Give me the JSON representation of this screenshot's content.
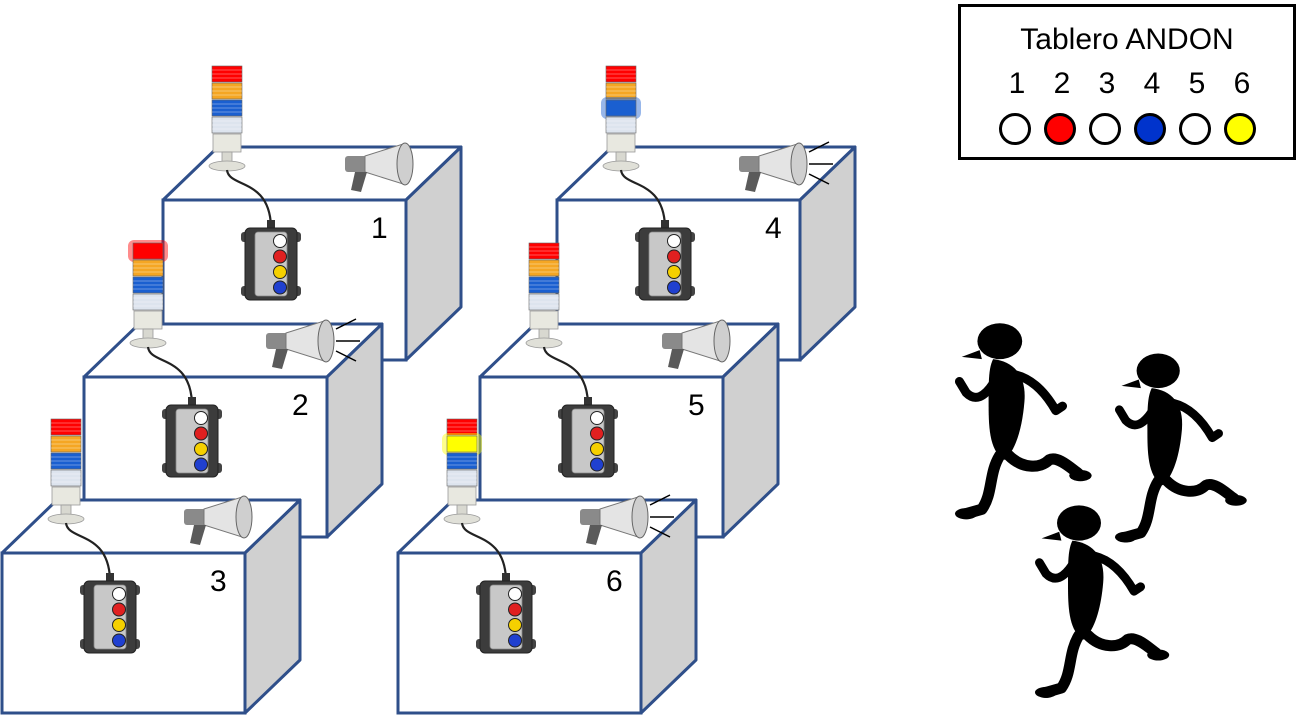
{
  "board": {
    "title": "Tablero ANDON",
    "stations": [
      {
        "number": "1",
        "lamp_color": "#ffffff"
      },
      {
        "number": "2",
        "lamp_color": "#ff0000"
      },
      {
        "number": "3",
        "lamp_color": "#ffffff"
      },
      {
        "number": "4",
        "lamp_color": "#0033cc"
      },
      {
        "number": "5",
        "lamp_color": "#ffffff"
      },
      {
        "number": "6",
        "lamp_color": "#ffff00"
      }
    ]
  },
  "workstations": [
    {
      "label": "1",
      "active_light": "none",
      "horn_sounding": false
    },
    {
      "label": "2",
      "active_light": "red",
      "horn_sounding": true
    },
    {
      "label": "3",
      "active_light": "none",
      "horn_sounding": false
    },
    {
      "label": "4",
      "active_light": "blue",
      "horn_sounding": true
    },
    {
      "label": "5",
      "active_light": "none",
      "horn_sounding": false
    },
    {
      "label": "6",
      "active_light": "yellow",
      "horn_sounding": true
    }
  ],
  "colors": {
    "box_edge": "#2f4f8a",
    "box_side": "#d0d0d0",
    "light_red": "#ff0000",
    "light_amber": "#f5a623",
    "light_blue": "#1a5fd0",
    "light_clear": "#dde4ee",
    "button_white": "#ffffff",
    "button_red": "#e02020",
    "button_yellow": "#f5d000",
    "button_blue": "#2040d0"
  },
  "icons": [
    "stack-light-icon",
    "megaphone-icon",
    "control-box-icon",
    "running-worker-icon"
  ]
}
